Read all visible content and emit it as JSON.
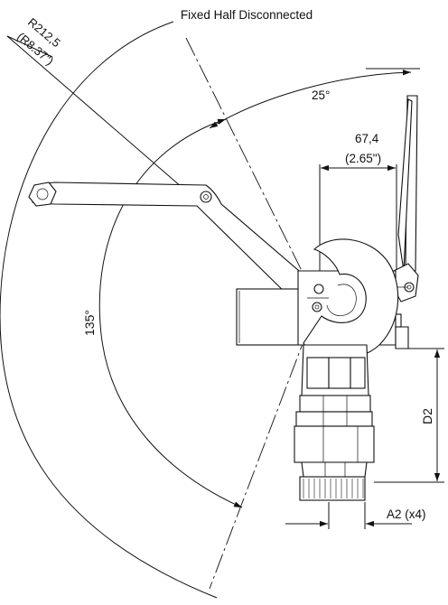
{
  "title": "Fixed Half Disconnected",
  "dimensions": {
    "radius_mm": "R212,5",
    "radius_in": "(R8.37\")",
    "angle_open": "25°",
    "angle_swing": "135°",
    "offset_mm": "67,4",
    "offset_in": "(2.65\")",
    "d2_label": "D2",
    "a2_label": "A2 (x4)"
  },
  "colors": {
    "line": "#111111",
    "background": "#ffffff"
  }
}
